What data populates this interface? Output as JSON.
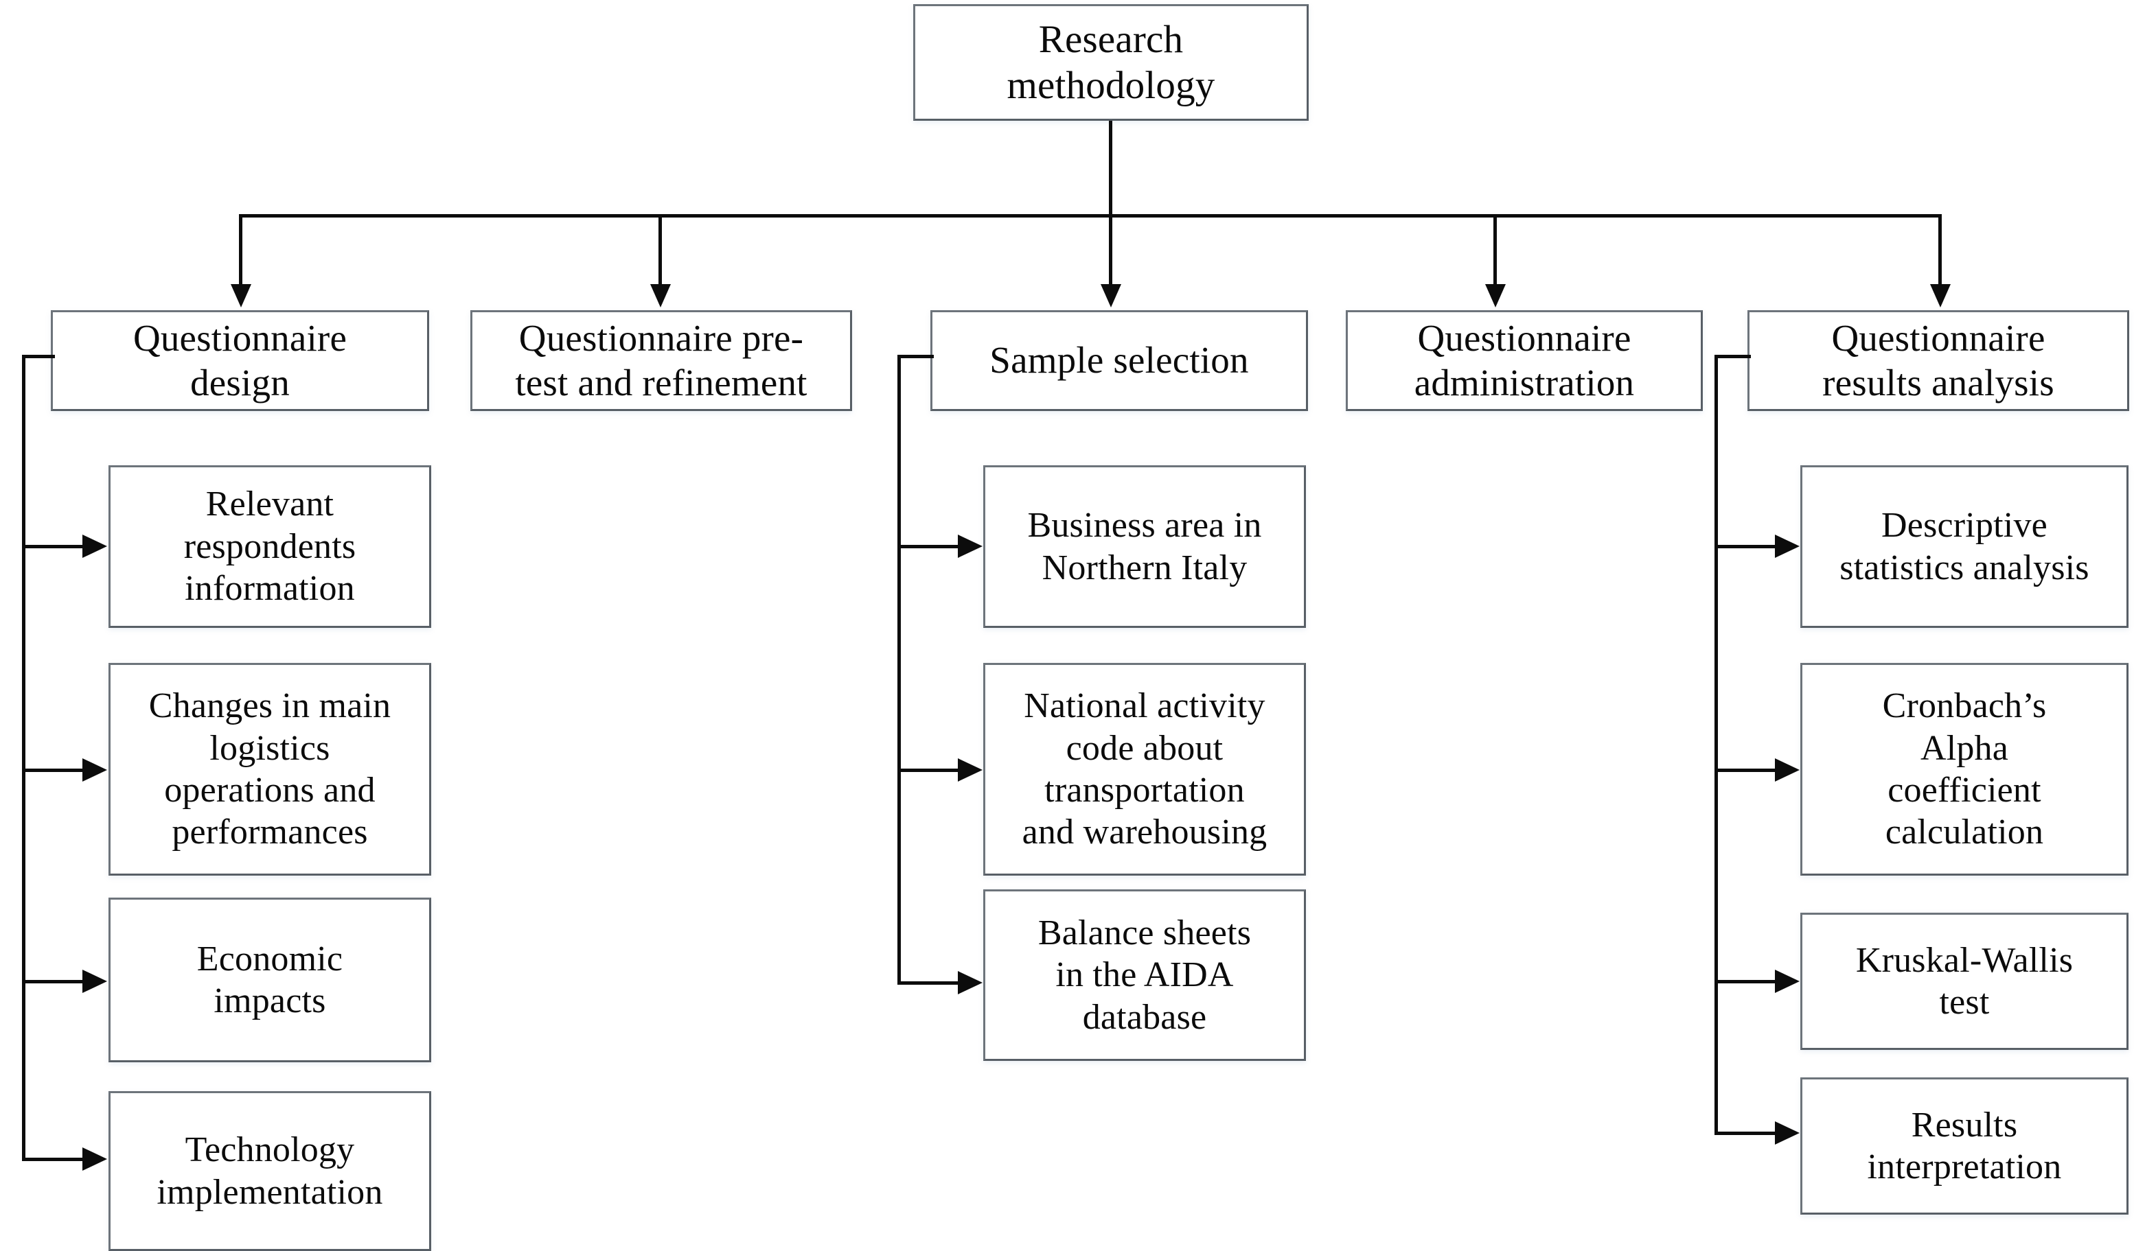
{
  "diagram": {
    "title": "Research methodology",
    "type": "flowchart",
    "orientation": "top-down",
    "colors": {
      "box_border": "#585f66",
      "box_fill": "#ffffff",
      "connector": "#0c0c0c",
      "text": "#0b0b0b"
    },
    "root": {
      "label": "Research\nmethodology"
    },
    "branches": [
      {
        "label": "Questionnaire\ndesign",
        "children": [
          {
            "label": "Relevant\nrespondents\ninformation"
          },
          {
            "label": "Changes in main\nlogistics\noperations and\nperformances"
          },
          {
            "label": "Economic\nimpacts"
          },
          {
            "label": "Technology\nimplementation"
          }
        ]
      },
      {
        "label": "Questionnaire pre-\ntest and refinement",
        "children": []
      },
      {
        "label": "Sample selection",
        "children": [
          {
            "label": "Business area in\nNorthern Italy"
          },
          {
            "label": "National activity\ncode about\ntransportation\nand warehousing"
          },
          {
            "label": "Balance sheets\nin the AIDA\ndatabase"
          }
        ]
      },
      {
        "label": "Questionnaire\nadministration",
        "children": []
      },
      {
        "label": "Questionnaire\nresults analysis",
        "children": [
          {
            "label": "Descriptive\nstatistics analysis"
          },
          {
            "label": "Cronbach’s\nAlpha\ncoefficient\ncalculation"
          },
          {
            "label": "Kruskal-Wallis\ntest"
          },
          {
            "label": "Results\ninterpretation"
          }
        ]
      }
    ]
  }
}
